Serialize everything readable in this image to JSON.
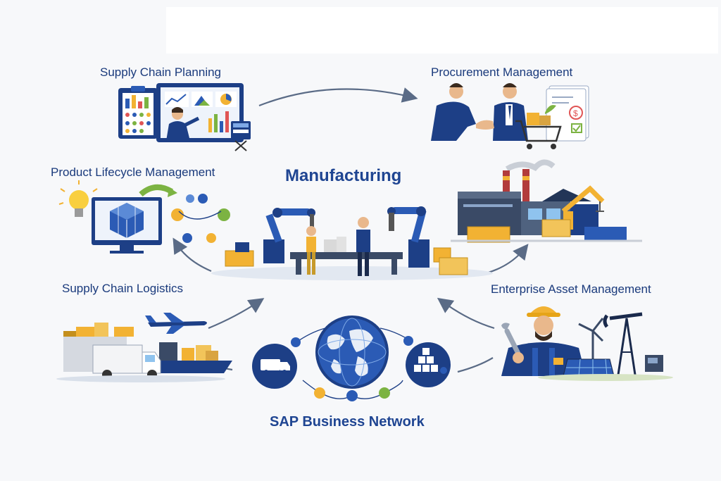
{
  "diagram": {
    "center_title": "Manufacturing",
    "network_title": "SAP Business Network",
    "sections": {
      "supply_chain_planning": "Supply Chain Planning",
      "procurement_management": "Procurement Management",
      "product_lifecycle_management": "Product Lifecycle Management",
      "supply_chain_logistics": "Supply Chain Logistics",
      "enterprise_asset_management": "Enterprise Asset Management"
    },
    "colors": {
      "title_blue": "#1f4592",
      "navy": "#1a3a7c",
      "accent_yellow": "#f2b233",
      "accent_green": "#7cb342",
      "arrow_gray": "#5a6b86"
    },
    "icons": [
      "dashboard-monitor-icon",
      "clipboard-icon",
      "handshake-icon",
      "shopping-cart-icon",
      "invoice-icon",
      "lightbulb-icon",
      "cube-monitor-icon",
      "cycle-icon",
      "robot-arm-icon",
      "factory-icon",
      "airplane-icon",
      "truck-icon",
      "ship-icon",
      "globe-icon",
      "delivery-van-icon",
      "boxes-icon",
      "worker-icon",
      "wind-turbine-icon",
      "oil-pump-icon",
      "solar-panel-icon"
    ]
  }
}
